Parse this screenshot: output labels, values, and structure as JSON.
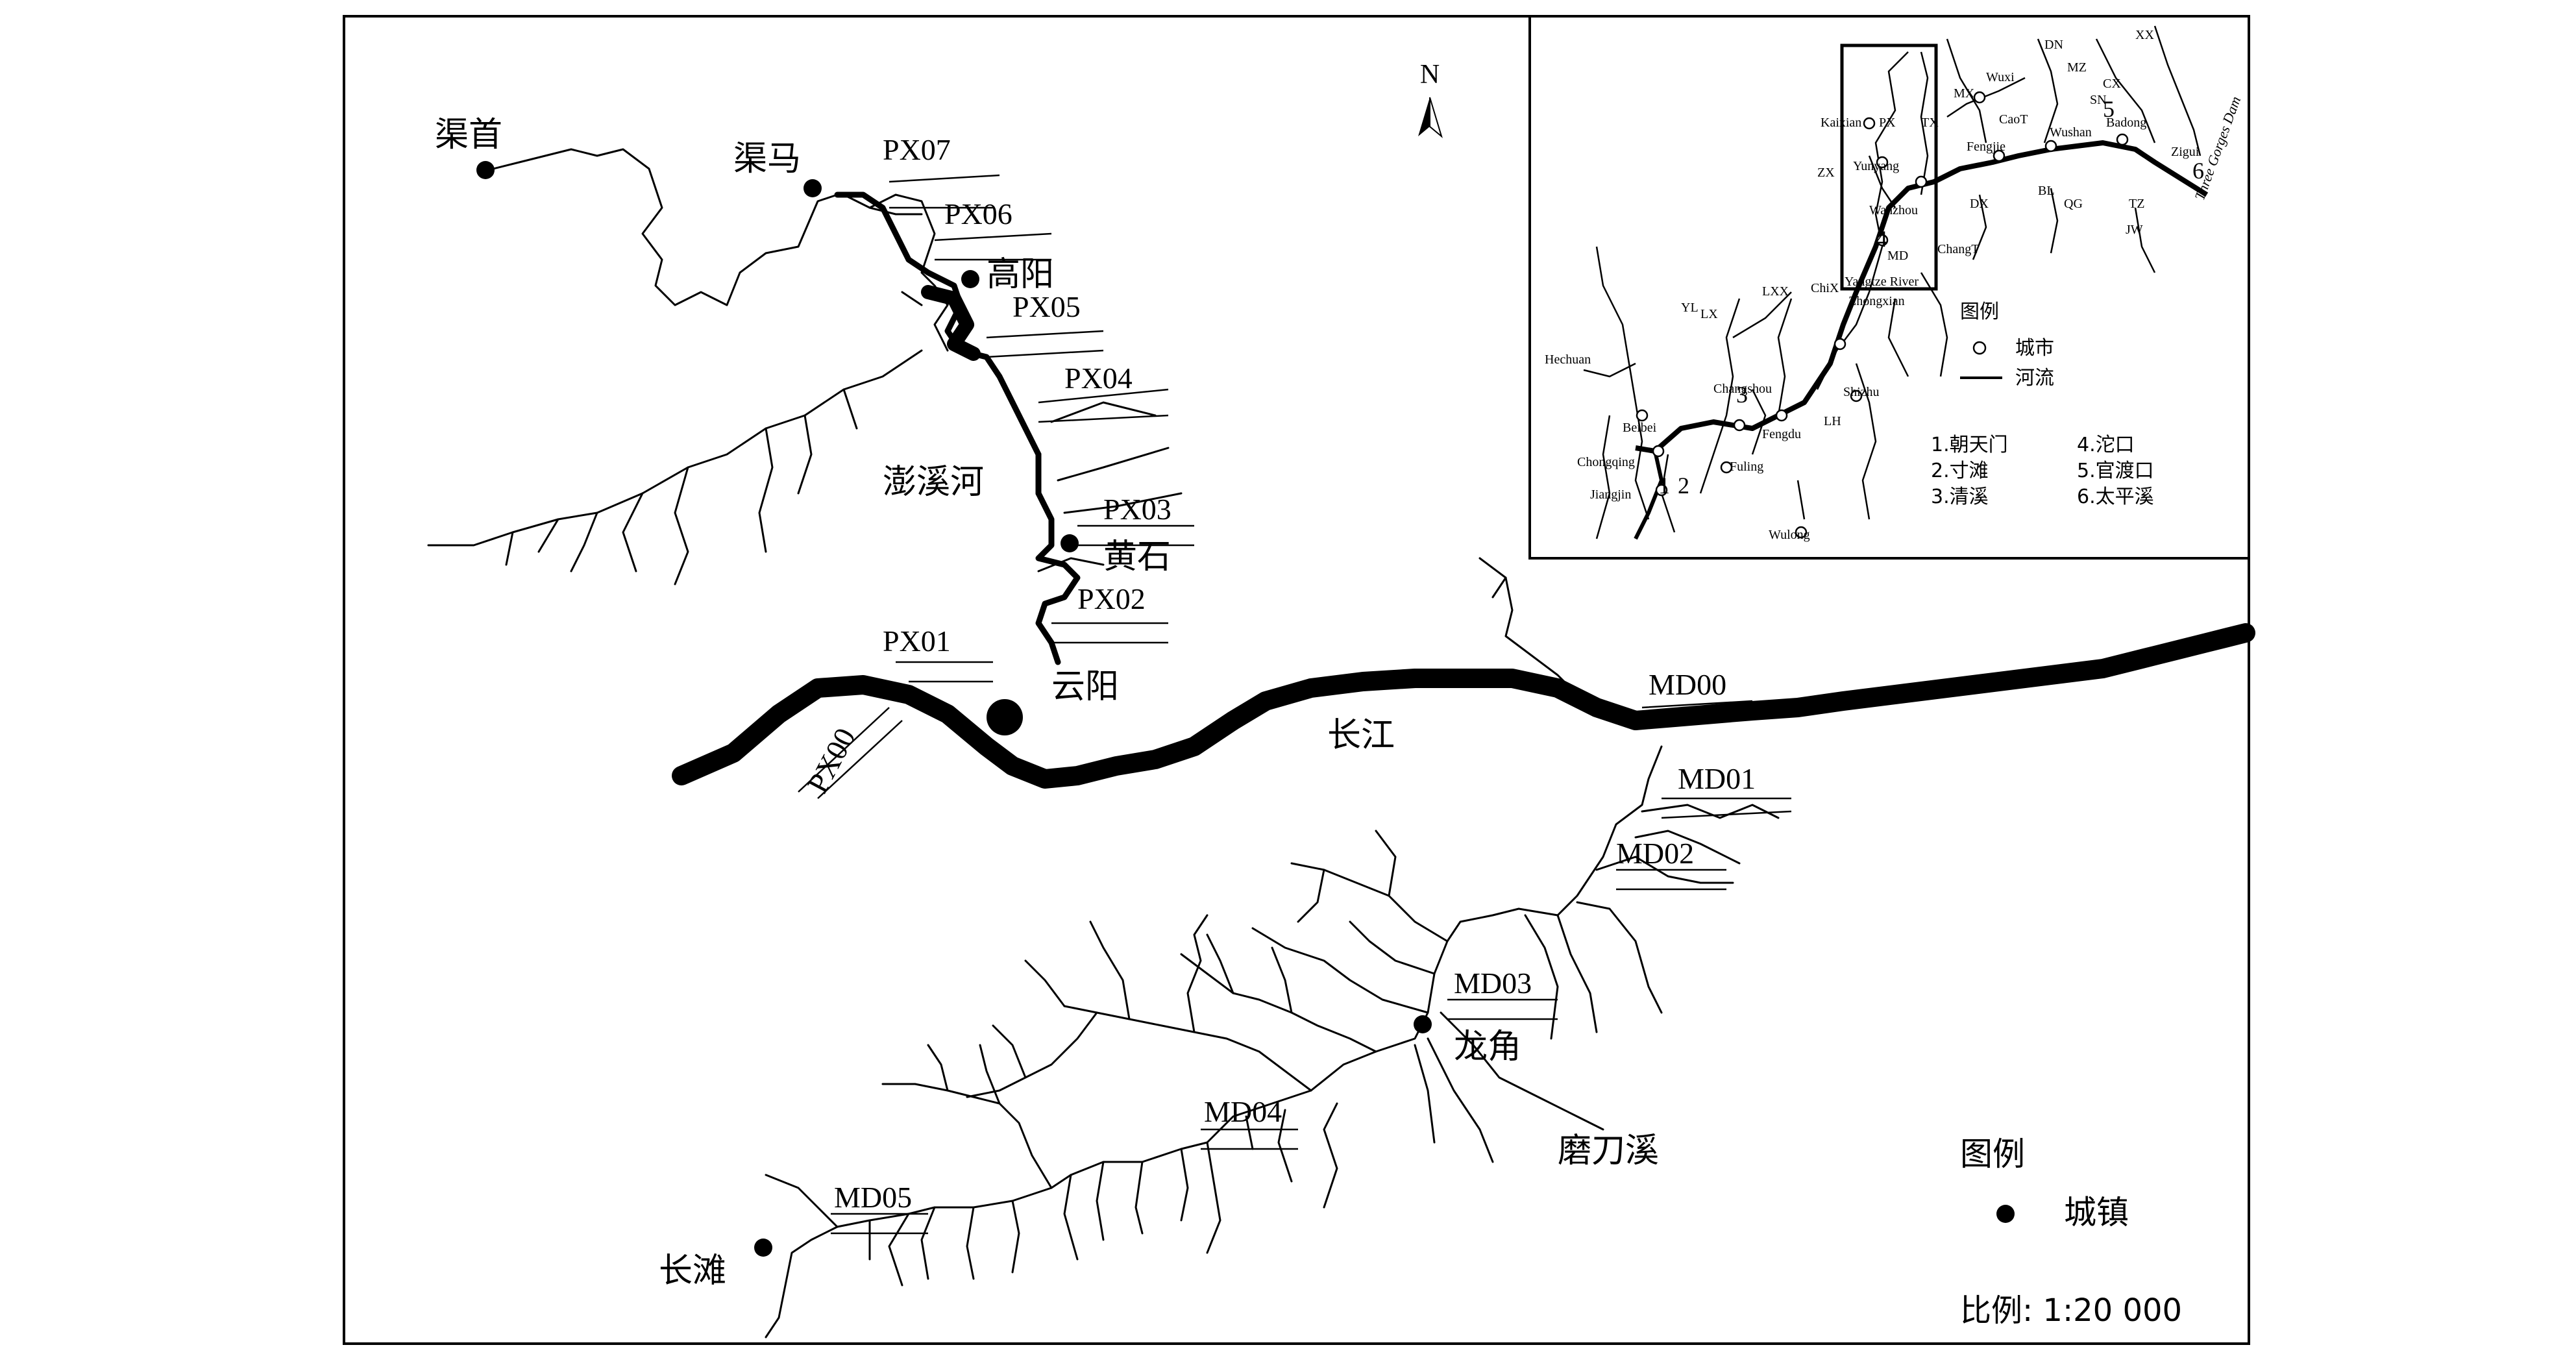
{
  "main_map": {
    "north_label": "N",
    "towns": [
      {
        "id": "qushou",
        "name": "渠首"
      },
      {
        "id": "quma",
        "name": "渠马"
      },
      {
        "id": "gaoyang",
        "name": "高阳"
      },
      {
        "id": "huangshi",
        "name": "黄石"
      },
      {
        "id": "yunyang",
        "name": "云阳"
      },
      {
        "id": "longjiao",
        "name": "龙角"
      },
      {
        "id": "changtan",
        "name": "长滩"
      }
    ],
    "rivers": [
      {
        "id": "pengxi",
        "name": "澎溪河"
      },
      {
        "id": "yangtze",
        "name": "长江"
      },
      {
        "id": "modaoxi",
        "name": "磨刀溪"
      }
    ],
    "sites": [
      "PX07",
      "PX06",
      "PX05",
      "PX04",
      "PX03",
      "PX02",
      "PX01",
      "PX00",
      "MD00",
      "MD01",
      "MD02",
      "MD03",
      "MD04",
      "MD05"
    ],
    "legend": {
      "title": "图例",
      "item": "城镇"
    },
    "scale": "比例: 1:20 000"
  },
  "inset_map": {
    "legend": {
      "title": "图例",
      "city": "城市",
      "river": "河流"
    },
    "site_list": [
      "1.朝天门",
      "2.寸滩",
      "3.清溪",
      "4.沱口",
      "5.官渡口",
      "6.太平溪"
    ],
    "site_numbers": [
      "1",
      "2",
      "3",
      "4",
      "5",
      "6"
    ],
    "places": [
      "DN",
      "XX",
      "Wuxi",
      "MZ",
      "CX",
      "SN",
      "MX",
      "CaoT",
      "Badong",
      "Fengjie",
      "Wushan",
      "Zigui",
      "Kaixian",
      "PX",
      "TX",
      "Yunyang",
      "ZX",
      "DX",
      "BL",
      "QG",
      "TZ",
      "JW",
      "Wanzhou",
      "MD",
      "ChangT",
      "Yangtze River",
      "Zhongxian",
      "YL",
      "LX",
      "LXX",
      "ChiX",
      "Hechuan",
      "Changshou",
      "Shizhu",
      "Beibei",
      "Fengdu",
      "LH",
      "Chongqing",
      "Fuling",
      "Jiangjin",
      "Wulong"
    ],
    "dam_label": "Three Gorges Dam"
  },
  "style": {
    "ink": "#000000",
    "background": "#ffffff"
  }
}
